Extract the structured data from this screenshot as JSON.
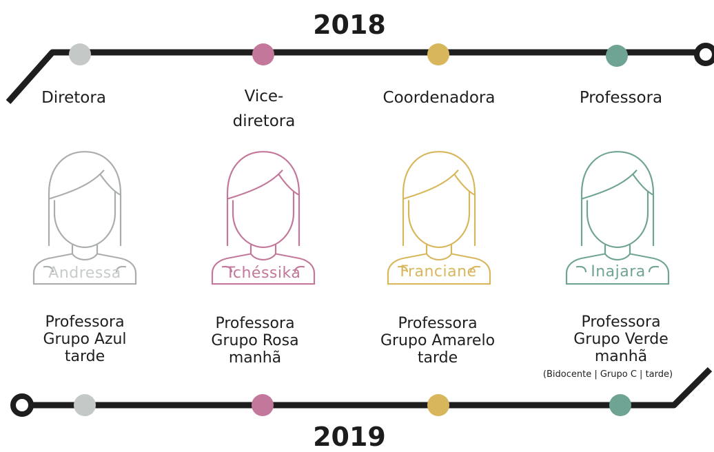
{
  "timeline_top": {
    "year": "2018"
  },
  "timeline_bottom": {
    "year": "2019"
  },
  "colors": {
    "line": "#1e1e1e",
    "gray": "#c4c9c8",
    "rose": "#c3779a",
    "gold": "#d8b75c",
    "teal": "#6fa394",
    "gray_name": "#c7cccb",
    "gray_icon": "#a9adac"
  },
  "people": [
    {
      "role_2018": [
        "Diretora"
      ],
      "name": "Andressa",
      "role_2019": [
        "Professora",
        "Grupo Azul",
        "tarde"
      ],
      "note": "",
      "color_key": "gray",
      "icon": "woman-avatar-icon"
    },
    {
      "role_2018": [
        "Vice-",
        "diretora"
      ],
      "name": "Tchéssika",
      "role_2019": [
        "Professora",
        "Grupo Rosa",
        "manhã"
      ],
      "note": "",
      "color_key": "rose",
      "icon": "woman-avatar-icon"
    },
    {
      "role_2018": [
        "Coordenadora"
      ],
      "name": "Franciane",
      "role_2019": [
        "Professora",
        "Grupo Amarelo",
        "tarde"
      ],
      "note": "",
      "color_key": "gold",
      "icon": "woman-avatar-icon"
    },
    {
      "role_2018": [
        "Professora"
      ],
      "name": "Inajara",
      "role_2019": [
        "Professora",
        "Grupo Verde",
        "manhã"
      ],
      "note": "(Bidocente | Grupo C | tarde)",
      "color_key": "teal",
      "icon": "woman-avatar-icon"
    }
  ]
}
